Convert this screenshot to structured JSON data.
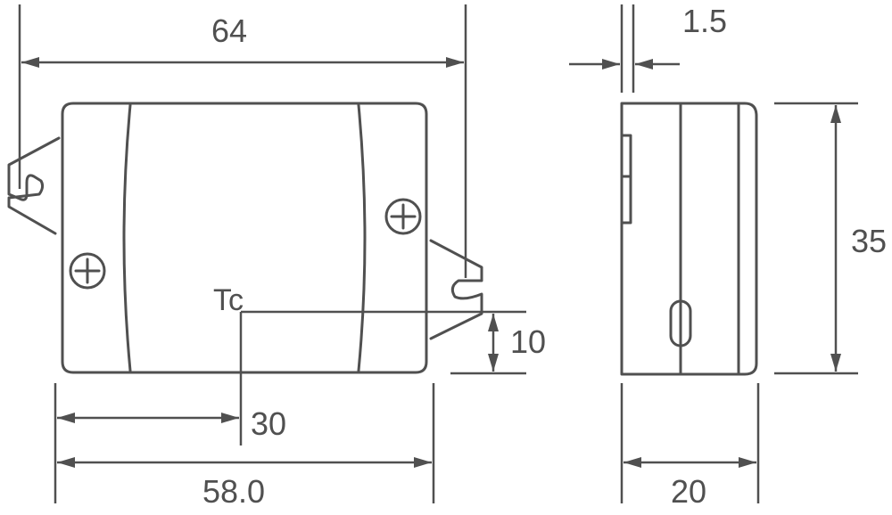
{
  "dimensions": {
    "overall_width": "64",
    "flange_thickness": "1.5",
    "height": "35",
    "tc_vertical": "10",
    "tc_horizontal": "30",
    "body_width": "58.0",
    "depth": "20"
  },
  "labels": {
    "tc": "Tc"
  },
  "colors": {
    "stroke": "#505050",
    "background": "#ffffff"
  }
}
